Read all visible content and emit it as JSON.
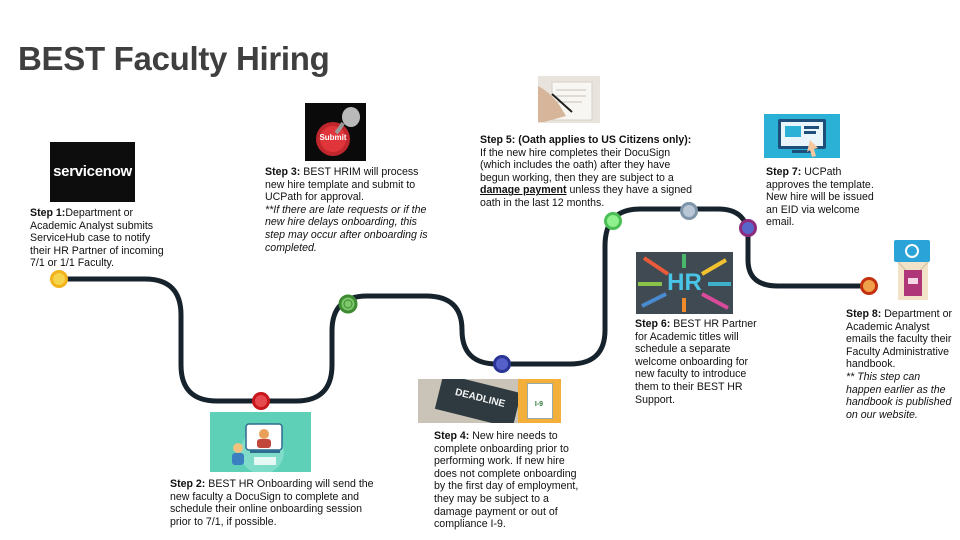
{
  "title": "BEST Faculty Hiring",
  "logos": {
    "servicenow": "servicenow",
    "submit": "Submit",
    "hr": "HR",
    "deadline": "DEADLINE",
    "i9": "I-9"
  },
  "steps": [
    {
      "label": "Step 1:",
      "text": "Department or Academic Analyst submits ServiceHub case to notify their HR Partner of incoming 7/1 or 1/1 Faculty.",
      "color": "#f2b21b"
    },
    {
      "label": "Step 2:",
      "text": " BEST HR Onboarding will send the new faculty a DocuSign to complete and schedule their online onboarding session prior to 7/1, if possible.",
      "color": "#d9252b"
    },
    {
      "label": "Step 3:",
      "text": " BEST HRIM will process new hire template and submit to UCPath for approval.",
      "note": "**If there are late requests or if the new hire delays onboarding, this step may occur after onboarding is completed.",
      "color": "#4a9a3a"
    },
    {
      "label": "Step 4:",
      "text": " New hire needs to complete onboarding prior to performing work. If new hire does not complete onboarding by the first day of employment, they may be subject to a damage payment or out of compliance I-9.",
      "color": "#3240a8"
    },
    {
      "label": "Step 5: (Oath applies to US Citizens only):",
      "text_a": " If the new hire completes their DocuSign (which includes the oath) after they have begun working, then they are subject to a ",
      "emph": "damage payment",
      "text_b": " unless they have a signed oath in the last 12 months.",
      "color": "#5ec95e"
    },
    {
      "label": "Step 6:",
      "text": " BEST HR Partner for Academic titles will schedule a separate welcome onboarding for new faculty to introduce them to their BEST HR Support.",
      "color": "#7f95aa"
    },
    {
      "label": "Step 7:",
      "text": " UCPath approves the template. New hire will be issued an EID via welcome email.",
      "color": "#7d3aa0"
    },
    {
      "label": "Step 8:",
      "text": " Department or Academic Analyst emails the faculty their Faculty Administrative handbook.",
      "note": "** This step can happen earlier as the handbook is published on our website.",
      "color": "#e8701c"
    }
  ]
}
